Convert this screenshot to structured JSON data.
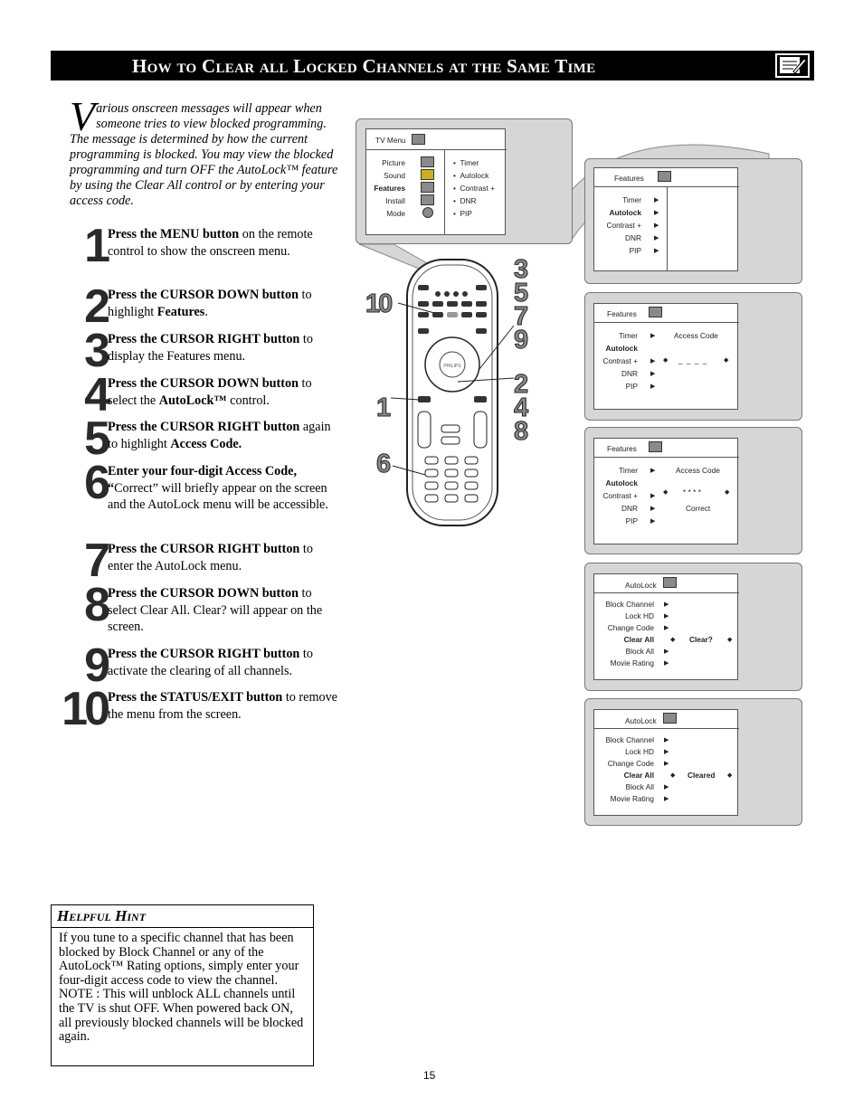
{
  "title": "How to Clear all Locked Channels at the Same Time",
  "intro": {
    "dropcap": "V",
    "text": "arious onscreen messages will appear when someone tries to view blocked programming. The message is determined by how the current programming is blocked. You may view the blocked programming and turn OFF the AutoLock™ feature by using the Clear All control or by entering your access code."
  },
  "steps": [
    {
      "num": "1",
      "bold": "Press the MENU button",
      "text": " on the remote control to show the onscreen menu."
    },
    {
      "num": "2",
      "bold": "Press the CURSOR DOWN button",
      "text": " to highlight ",
      "bold2": "Features",
      "text2": "."
    },
    {
      "num": "3",
      "bold": "Press the CURSOR RIGHT button",
      "text": " to display the Features menu."
    },
    {
      "num": "4",
      "bold": "Press the CURSOR DOWN button",
      "text": " to select the ",
      "bold2": "AutoLock™",
      "text2": " control."
    },
    {
      "num": "5",
      "bold": "Press the CURSOR RIGHT button",
      "text": " again to highlight ",
      "bold2": "Access Code.",
      "text2": ""
    },
    {
      "num": "6",
      "bold": "Enter your four-digit Access Code, “",
      "text": "Correct” will briefly appear on the screen and the AutoLock menu will be accessible."
    },
    {
      "num": "7",
      "bold": "Press the CURSOR RIGHT button",
      "text": " to enter the AutoLock menu."
    },
    {
      "num": "8",
      "bold": "Press the CURSOR DOWN button",
      "text": " to select Clear All.  Clear? will appear on the screen."
    },
    {
      "num": "9",
      "bold": "Press the CURSOR RIGHT button",
      "text": " to activate the clearing of all channels."
    },
    {
      "num": "10",
      "bold": "Press the STATUS/EXIT button",
      "text": " to remove the menu from the screen."
    }
  ],
  "hint": {
    "title": "Helpful Hint",
    "body": "If you tune to a specific channel that has been blocked by Block Channel or any of the AutoLock™ Rating options, simply enter your four-digit access code to view the channel.",
    "note": "NOTE : This will unblock ALL channels until the TV is shut OFF. When powered back ON, all previously blocked channels will be blocked again."
  },
  "page_number": "15",
  "tv_menu": {
    "title": "TV Menu",
    "left": [
      "Picture",
      "Sound",
      "Features",
      "Install",
      "Mode"
    ],
    "selected": "Features",
    "right": [
      "Timer",
      "Autolock",
      "Contrast +",
      "DNR",
      "PIP"
    ]
  },
  "features_menu": {
    "title": "Features",
    "items": [
      "Timer",
      "Autolock",
      "Contrast +",
      "DNR",
      "PIP"
    ],
    "selected": "Autolock",
    "access_code_label": "Access Code",
    "code_blank": "_ _ _ _",
    "code_entered": "* * * *",
    "correct": "Correct"
  },
  "autolock_menu": {
    "title": "AutoLock",
    "items": [
      "Block Channel",
      "Lock HD",
      "Change Code",
      "Clear All",
      "Block All",
      "Movie Rating"
    ],
    "selected": "Clear All",
    "clear_prompt": "Clear?",
    "cleared": "Cleared"
  },
  "remote": {
    "brand": "PHILIPS",
    "callouts": {
      "right_top": [
        "3",
        "5",
        "7",
        "9"
      ],
      "right_mid": [
        "2",
        "4",
        "8"
      ],
      "left_top": "10",
      "left_mid": "1",
      "left_low": "6"
    }
  }
}
